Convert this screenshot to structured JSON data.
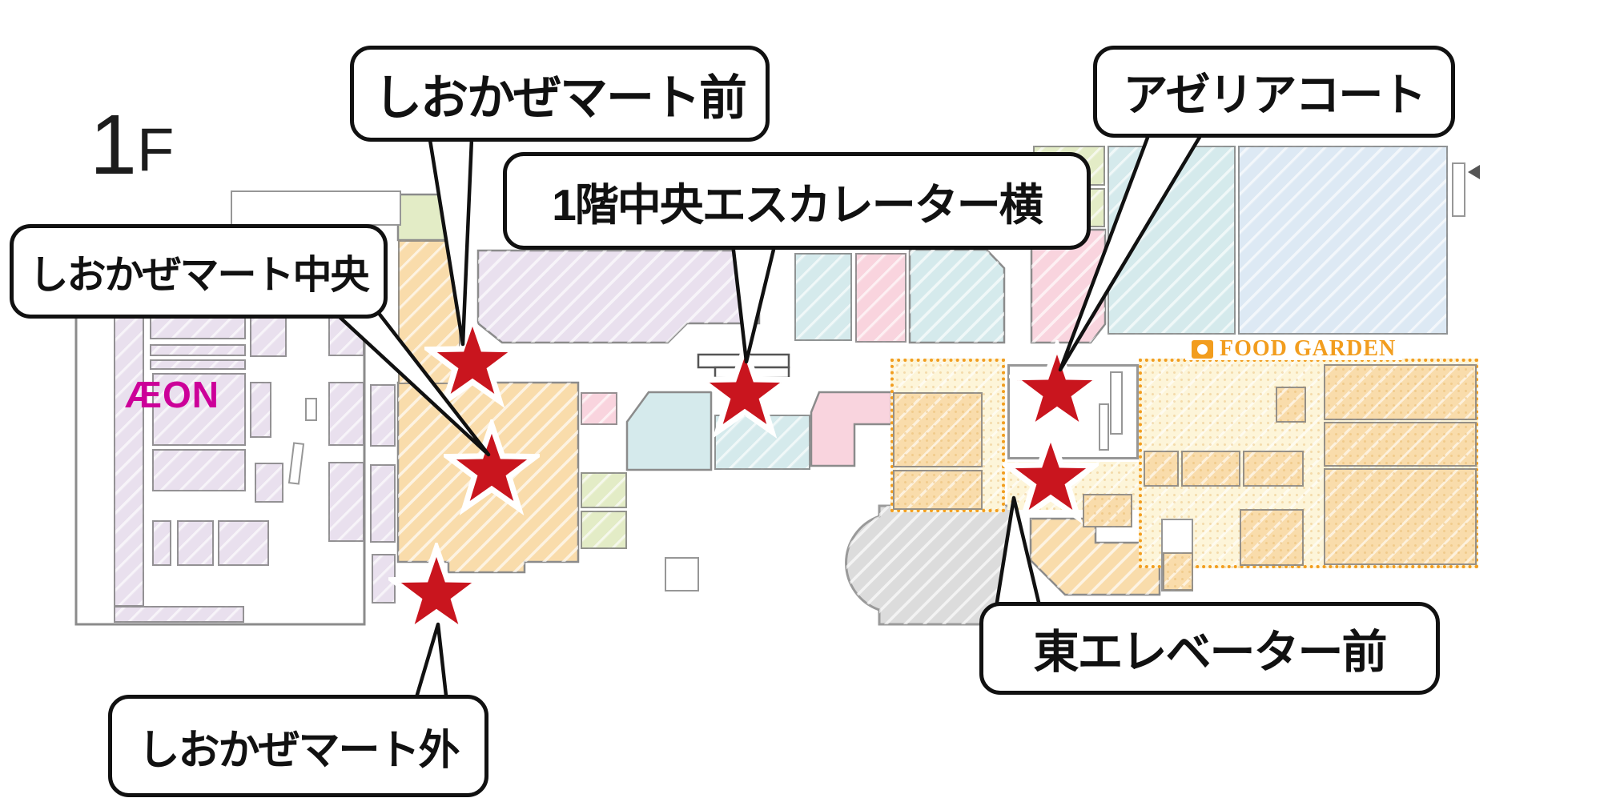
{
  "floor_label": {
    "number": "1",
    "suffix": "F"
  },
  "branding": {
    "aeon_logo": "ÆON",
    "food_garden_label": "FOOD GARDEN"
  },
  "callouts": [
    {
      "id": "shiokaze-mart-front",
      "label": "しおかぜマート前"
    },
    {
      "id": "shiokaze-mart-center",
      "label": "しおかぜマート中央"
    },
    {
      "id": "floor1-central-escalator-side",
      "label": "1階中央エスカレーター横"
    },
    {
      "id": "azalea-court",
      "label": "アゼリアコート"
    },
    {
      "id": "east-elevator-front",
      "label": "東エレベーター前"
    },
    {
      "id": "shiokaze-mart-outside",
      "label": "しおかぜマート外"
    }
  ],
  "markers": [
    {
      "shape": "star",
      "location": "しおかぜマート前"
    },
    {
      "shape": "star",
      "location": "しおかぜマート中央"
    },
    {
      "shape": "star",
      "location": "しおかぜマート外"
    },
    {
      "shape": "star",
      "location": "1階中央エスカレーター横"
    },
    {
      "shape": "star",
      "location": "アゼリアコート"
    },
    {
      "shape": "star",
      "location": "東エレベーター前"
    }
  ],
  "colors": {
    "star_red": "#c9151e",
    "aeon_magenta": "#cc0099",
    "food_garden_orange": "#f29d1e",
    "area_lavender": "#e9e0ee",
    "area_orange": "#f9dcab",
    "area_green": "#e3ecc6",
    "area_teal": "#d5eaec",
    "area_pink": "#f9d4de",
    "area_blue": "#dde9f4",
    "area_yellow": "#fdf5d9",
    "area_gray": "#dcdcdc",
    "outline_gray": "#8b8b8b",
    "callout_border": "#111111"
  }
}
